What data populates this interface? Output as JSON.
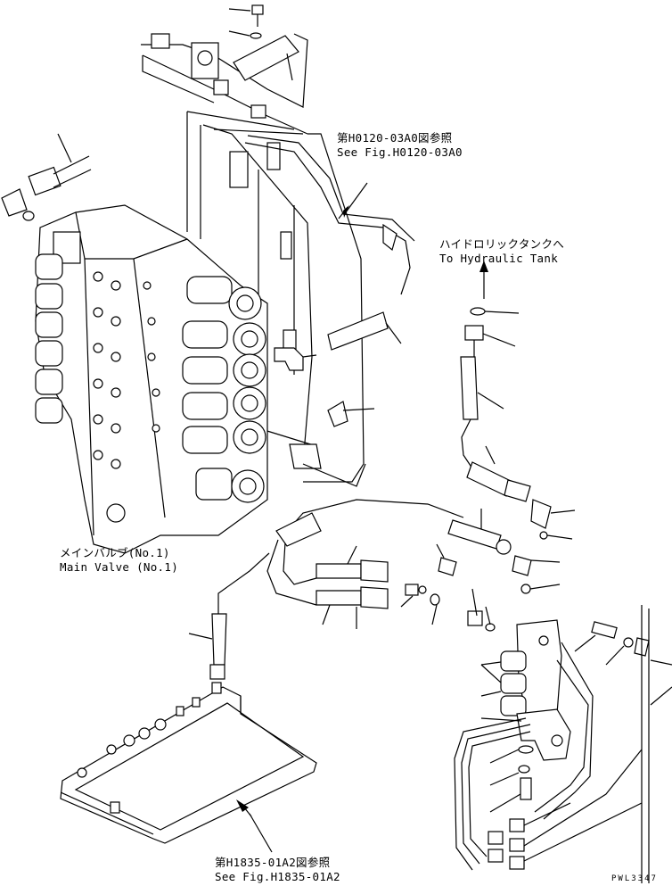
{
  "labels": {
    "ref_top_jp": "第H0120-03A0図参照",
    "ref_top_en": "See Fig.H0120-03A0",
    "tank_jp": "ハイドロリックタンクへ",
    "tank_en": "To Hydraulic Tank",
    "valve_jp": "メインバルブ(No.1)",
    "valve_en": "Main Valve (No.1)",
    "ref_bottom_jp": "第H1835-01A2図参照",
    "ref_bottom_en": "See Fig.H1835-01A2",
    "drawing_code": "PWL3347"
  }
}
